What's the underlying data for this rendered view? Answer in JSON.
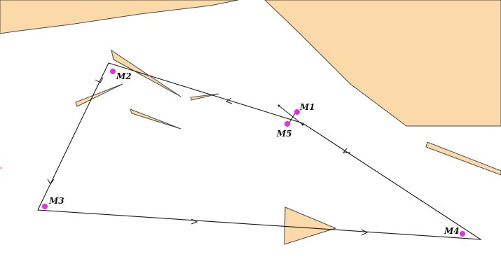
{
  "colors": {
    "region_fill": "#fcd9a9",
    "marker": "#e52ee5",
    "line": "#1a1a1a",
    "background": "#ffffff"
  },
  "markers": [
    {
      "id": "m1",
      "label": "M1"
    },
    {
      "id": "m2",
      "label": "M2"
    },
    {
      "id": "m3",
      "label": "M3"
    },
    {
      "id": "m4",
      "label": "M4"
    },
    {
      "id": "m5",
      "label": "M5"
    }
  ]
}
